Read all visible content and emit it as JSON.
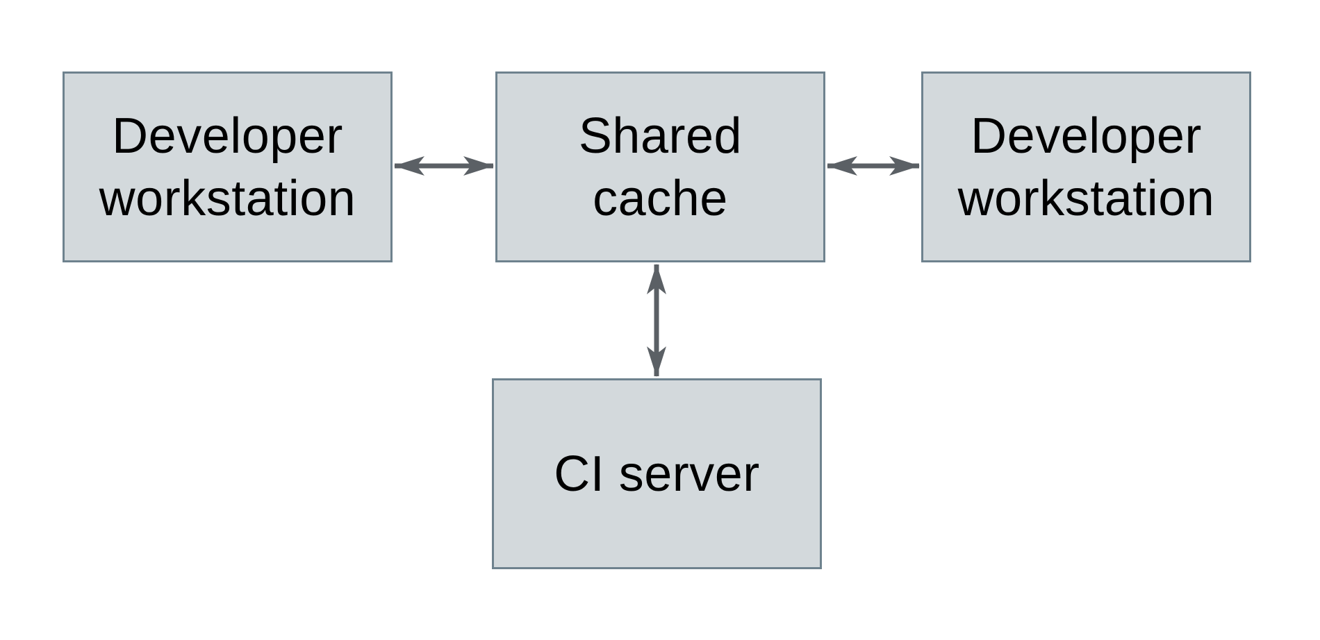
{
  "diagram": {
    "nodes": [
      {
        "id": "developer-workstation-left",
        "lines": [
          "Developer",
          "workstation"
        ]
      },
      {
        "id": "shared-cache",
        "lines": [
          "Shared",
          "cache"
        ]
      },
      {
        "id": "developer-workstation-right",
        "lines": [
          "Developer",
          "workstation"
        ]
      },
      {
        "id": "ci-server",
        "lines": [
          "CI server"
        ]
      }
    ],
    "edges": [
      {
        "from": "developer-workstation-left",
        "to": "shared-cache",
        "type": "bidirectional-arrow"
      },
      {
        "from": "shared-cache",
        "to": "developer-workstation-right",
        "type": "bidirectional-arrow"
      },
      {
        "from": "shared-cache",
        "to": "ci-server",
        "type": "bidirectional-arrow"
      }
    ]
  },
  "colors": {
    "background": "#ffffff",
    "box_fill": "#d3d9dc",
    "box_border": "#6e828e",
    "arrow": "#5b6065",
    "text": "#000000"
  }
}
